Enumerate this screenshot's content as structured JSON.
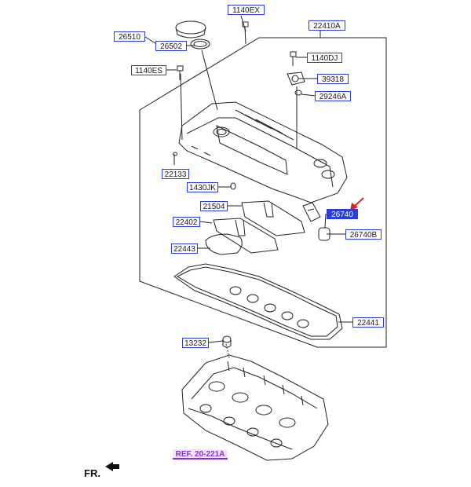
{
  "labels": {
    "l1140ex": "1140EX",
    "l22410a": "22410A",
    "l26510": "26510",
    "l26502": "26502",
    "l1140dj": "1140DJ",
    "l1140es": "1140ES",
    "l39318": "39318",
    "l29246a": "29246A",
    "l22133": "22133",
    "l1430jk": "1430JK",
    "l21504": "21504",
    "l26740": "26740",
    "l22402": "22402",
    "l26740b": "26740B",
    "l22443": "22443",
    "l22441": "22441",
    "l13232": "13232",
    "ref": "REF. 20-221A"
  },
  "front": "FR.",
  "colors": {
    "label_border": "#2b3fd6",
    "highlight": "#2b3fd6",
    "arrow": "#e02020",
    "ref": "#8a2be2"
  }
}
